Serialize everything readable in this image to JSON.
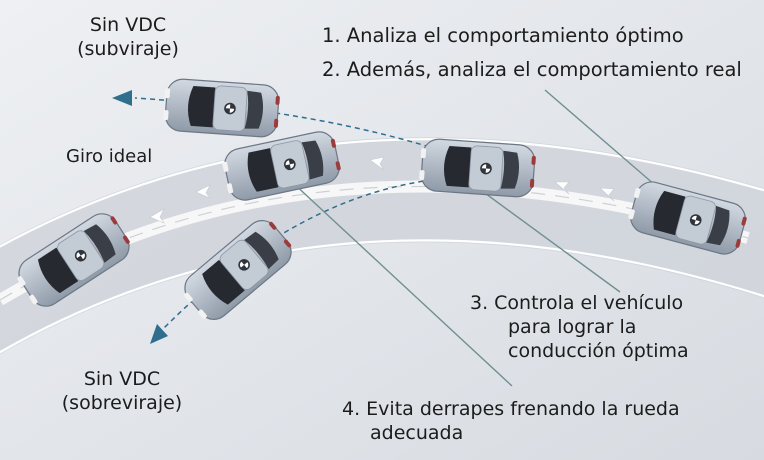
{
  "labels": {
    "understeer": {
      "title": "Sin VDC",
      "sub": "(subviraje)"
    },
    "oversteer": {
      "title": "Sin VDC",
      "sub": "(sobreviraje)"
    },
    "ideal": "Giro ideal"
  },
  "steps": {
    "step1": "1. Analiza el comportamiento óptimo",
    "step2": "2. Además, analiza el comportamiento real",
    "step3_line1": "3.  Controla el vehículo",
    "step3_line2": "para lograr la",
    "step3_line3": "conducción óptima",
    "step4_line1": "4. Evita derrapes frenando la rueda",
    "step4_line2": "adecuada"
  },
  "colors": {
    "background": "#e6e8ec",
    "road": "#d0d4da",
    "path_band": "#f7f7f8",
    "arrow": "#2f6e8c",
    "car_body": "#aeb7c3",
    "car_glass": "#262a30",
    "leader_line": "#6f8f92",
    "text": "#1c1c1c"
  },
  "icons": [
    "car-icon",
    "arrow-left-icon",
    "logo-badge-icon"
  ]
}
